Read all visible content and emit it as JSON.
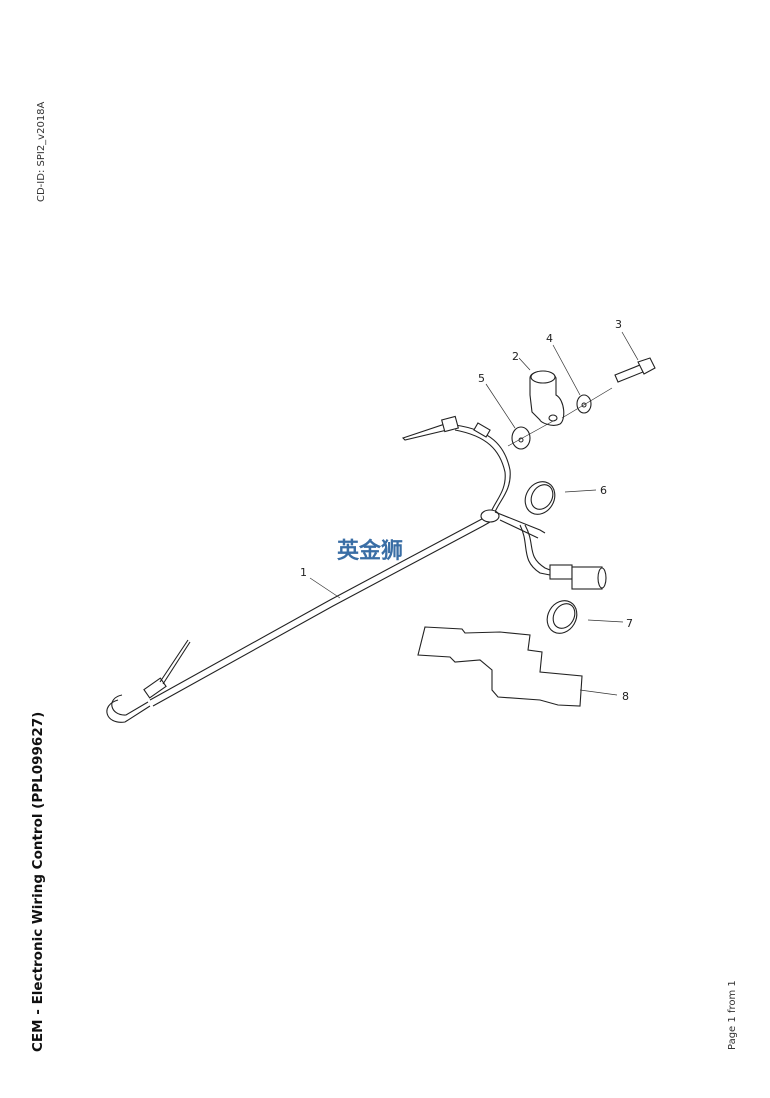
{
  "header": {
    "code_id": "CD-ID: SPI2_v2018A"
  },
  "title": "CEM - Electronic Wiring Control (PPL099627)",
  "footer": {
    "page_prefix": "Page ",
    "page_current": "1",
    "page_mid": " from ",
    "page_total": "1"
  },
  "watermark": "英金狮",
  "callouts": [
    "1",
    "2",
    "3",
    "4",
    "5",
    "6",
    "7",
    "8"
  ]
}
